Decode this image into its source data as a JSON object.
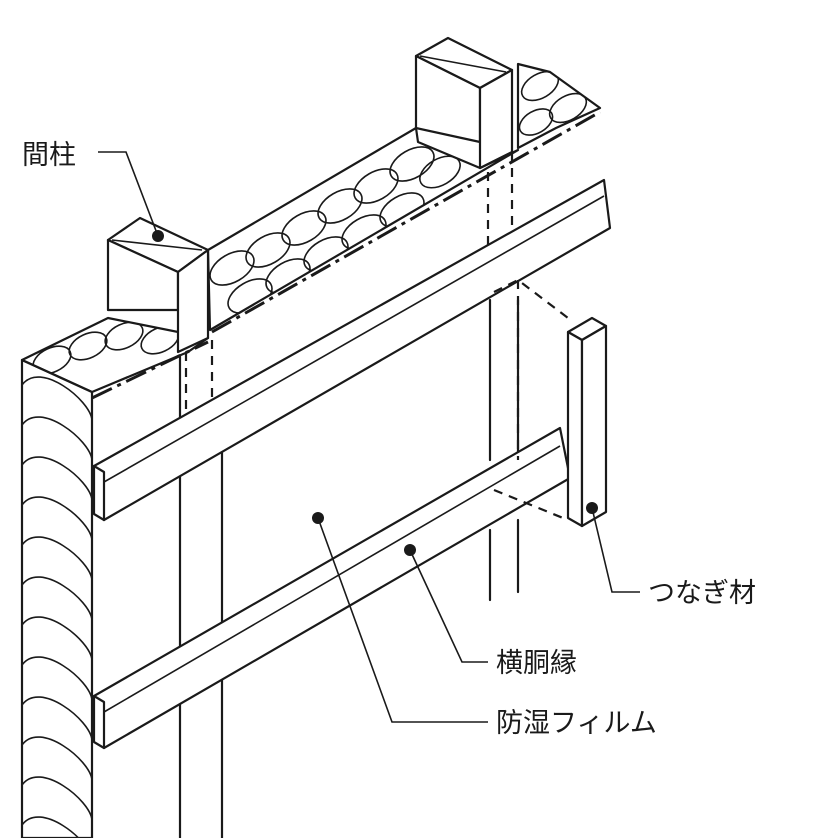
{
  "labels": {
    "stud": "間柱",
    "connector": "つなぎ材",
    "horizontal_furring": "横胴縁",
    "vapor_barrier": "防湿フィルム"
  },
  "colors": {
    "insulation": "#f3eba8",
    "line": "#1a1a1a",
    "background": "#ffffff"
  }
}
